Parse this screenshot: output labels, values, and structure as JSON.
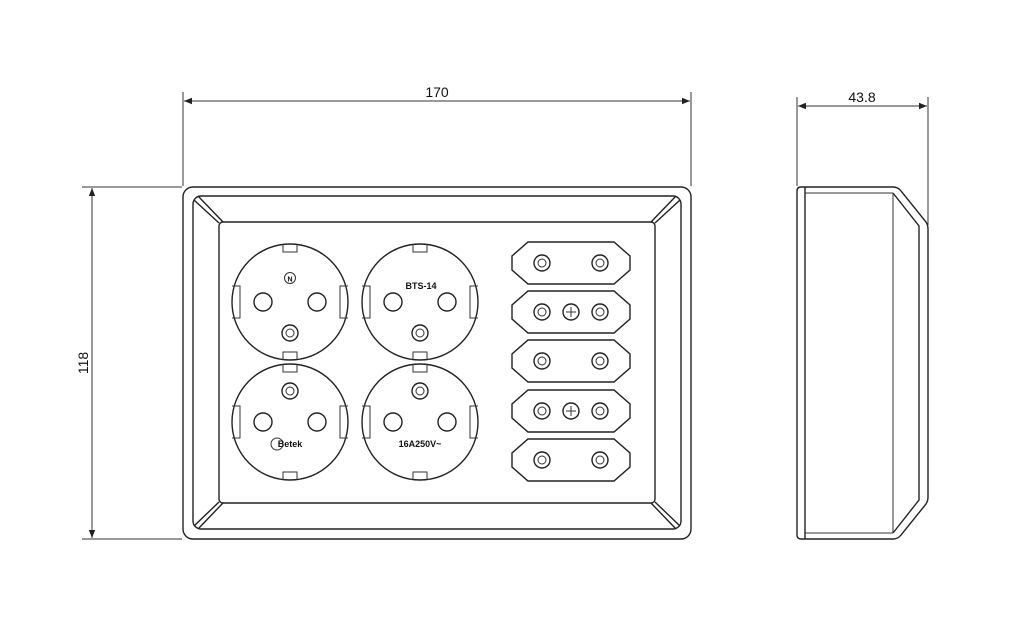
{
  "dimensions": {
    "width": "170",
    "height": "118",
    "depth": "43.8"
  },
  "schuko_labels": {
    "tl": "N",
    "tr": "BTS-14",
    "bl": "Betek",
    "br": "16A250V~"
  },
  "europlug_count": 5,
  "colors": {
    "line": "#222222",
    "background": "#ffffff"
  }
}
